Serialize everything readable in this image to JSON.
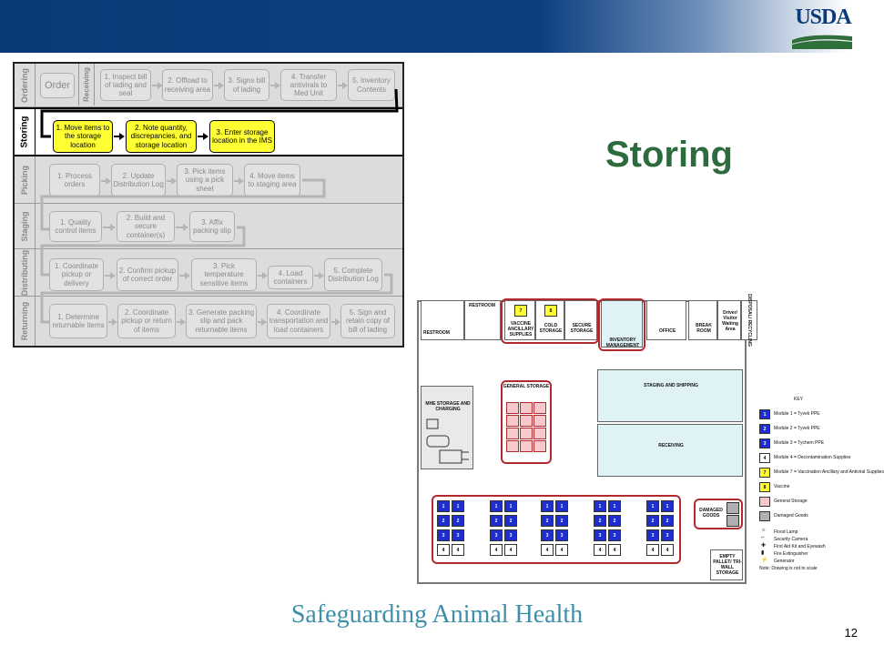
{
  "header": {
    "logo_text": "USDA"
  },
  "slide": {
    "title": "Storing",
    "footer": "Safeguarding Animal Health",
    "page_number": "12"
  },
  "process": {
    "lanes": [
      {
        "label": "Ordering"
      },
      {
        "label": "Storing"
      },
      {
        "label": "Picking"
      },
      {
        "label": "Staging"
      },
      {
        "label": "Distributing"
      },
      {
        "label": "Returning"
      }
    ],
    "ordering": {
      "order": "Order",
      "receiving_label": "Receiving",
      "steps": [
        "1. Inspect bill of lading and seal",
        "2. Offload to receiving area",
        "3. Signs bill of lading",
        "4. Transfer antivirals to Med Unit",
        "5. Inventory Contents"
      ]
    },
    "storing": [
      "1. Move items to the storage location",
      "2. Note quantity, discrepancies, and storage location",
      "3. Enter storage location in the IMS"
    ],
    "picking": [
      "1. Process orders",
      "2. Update Distribution Log",
      "3. Pick items using a pick sheet",
      "4. Move items to staging area"
    ],
    "staging": [
      "1. Quality control items",
      "2. Build and secure container(s)",
      "3. Affix packing slip"
    ],
    "distributing": [
      "1. Coordinate pickup or delivery",
      "2. Confirm pickup of correct order",
      "3. Pick temperature sensitive items",
      "4. Load containers",
      "5. Complete Distribution Log"
    ],
    "returning": [
      "1. Determine returnable items",
      "2. Coordinate pickup or return of items",
      "3. Generate packing slip and pack returnable items",
      "4. Coordinate transportation and load containers",
      "5. Sign and retain copy of bill of lading"
    ]
  },
  "floorplan": {
    "restroom_top": "RESTROOM",
    "restroom_left": "RESTROOM",
    "vaccine": "VACCINE ANCILLARY SUPPLIES",
    "vaccine_num": "7",
    "cold": "COLD STORAGE",
    "cold_num": "8",
    "secure": "SECURE STORAGE",
    "inventory": "INVENTORY MANAGEMENT",
    "office": "OFFICE",
    "break": "BREAK ROOM",
    "driver": "Driver/ Visitor Waiting Area",
    "disposal": "DISPOSAL/ RECYCLING",
    "mhe": "MHE STORAGE AND CHARGING",
    "general": "GENERAL STORAGE",
    "staging": "STAGING AND SHIPPING",
    "receiving": "RECEIVING",
    "damaged": "DAMAGED GOODS",
    "empty": "EMPTY PALLET/ TRI-WALL STORAGE",
    "module_labels": [
      "1",
      "2",
      "3",
      "4"
    ]
  },
  "key": {
    "title": "KEY",
    "items": [
      {
        "swatch": "1",
        "color": "#1f2fcf",
        "text": "Module 1 = Tyvek PPE"
      },
      {
        "swatch": "2",
        "color": "#1f2fcf",
        "text": "Module 2 = Tyvek PPE"
      },
      {
        "swatch": "3",
        "color": "#1f2fcf",
        "text": "Module 3 = Tychem PPE"
      },
      {
        "swatch": "4",
        "color": "#ffffff",
        "text": "Module 4 = Decontamination Supplies"
      },
      {
        "swatch": "7",
        "color": "#ffff33",
        "text": "Module 7 = Vaccination Ancillary and Antiviral Supplies"
      },
      {
        "swatch": "8",
        "color": "#ffff33",
        "text": "Vaccine"
      },
      {
        "swatch": "",
        "color": "#f7c9cb",
        "text": "General Storage"
      },
      {
        "swatch": "",
        "color": "#b0b0b0",
        "text": "Damaged Goods"
      }
    ],
    "icons": [
      {
        "icon": "☼",
        "text": "Flood Lamp"
      },
      {
        "icon": "⌐",
        "text": "Security Camera"
      },
      {
        "icon": "✚",
        "text": "First Aid Kit and Eyewash"
      },
      {
        "icon": "▮",
        "text": "Fire Extinguisher"
      },
      {
        "icon": "⚡",
        "text": "Generator"
      }
    ],
    "note": "Note: Drawing is not to scale"
  }
}
